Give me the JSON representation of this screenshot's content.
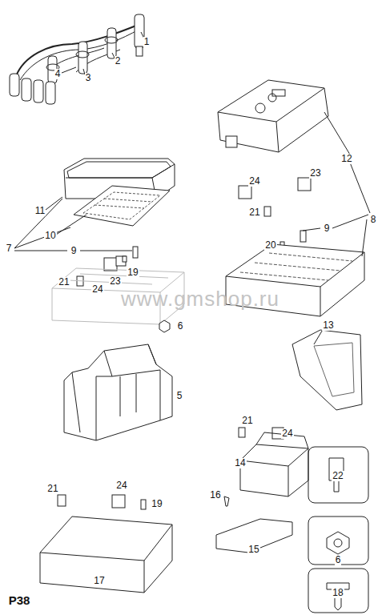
{
  "diagram": {
    "labels": [
      "1",
      "2",
      "3",
      "4",
      "11",
      "7",
      "10",
      "9",
      "19",
      "21",
      "24",
      "23",
      "6",
      "5",
      "12",
      "8",
      "24",
      "23",
      "21",
      "9",
      "20",
      "13",
      "21",
      "24",
      "14",
      "22",
      "16",
      "6",
      "15",
      "18",
      "21",
      "24",
      "19",
      "17",
      "P38",
      "www.gmshop.ru"
    ]
  }
}
